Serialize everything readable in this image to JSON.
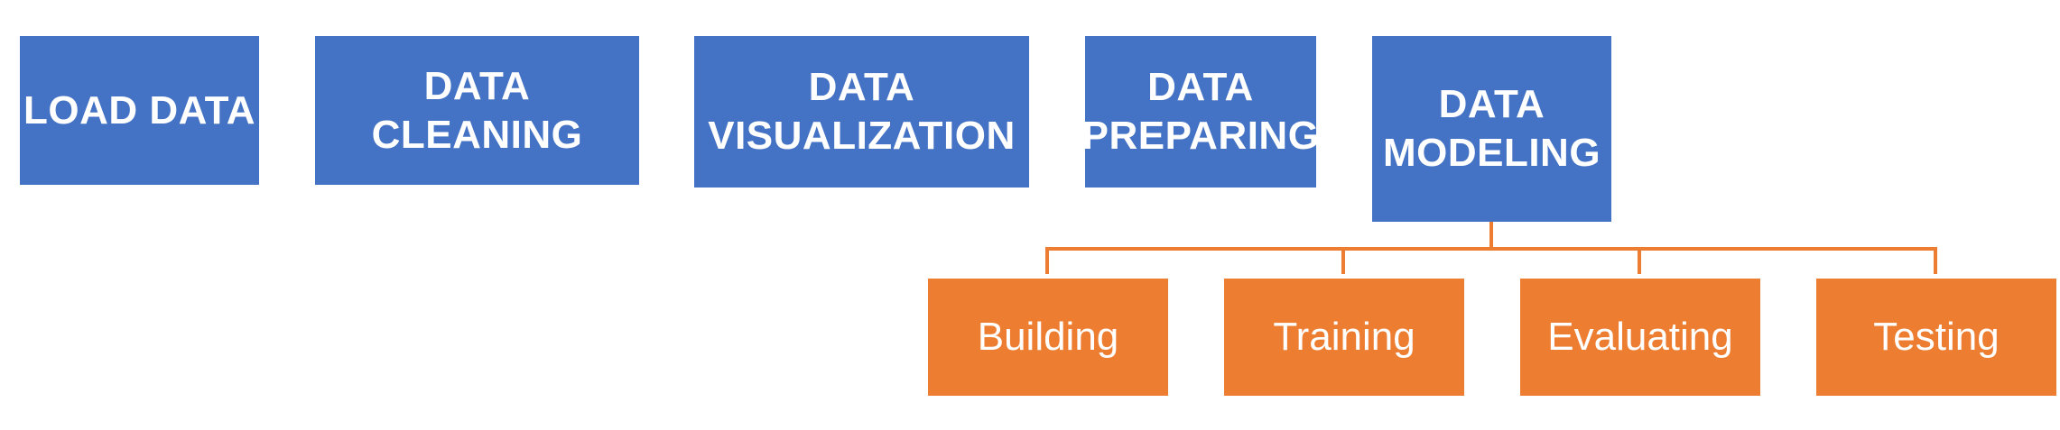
{
  "colors": {
    "stage_fill": "#4472C4",
    "sub_stage_fill": "#ED7D31",
    "text": "#FFFFFF",
    "connector": "#ED7D31"
  },
  "stages": [
    {
      "lines": [
        "LOAD DATA"
      ]
    },
    {
      "lines": [
        "DATA CLEANING"
      ]
    },
    {
      "lines": [
        "DATA",
        "VISUALIZATION"
      ]
    },
    {
      "lines": [
        "DATA",
        "PREPARING"
      ]
    },
    {
      "lines": [
        "DATA",
        "MODELING"
      ]
    }
  ],
  "modeling_substeps": [
    {
      "label": "Building"
    },
    {
      "label": "Training"
    },
    {
      "label": "Evaluating"
    },
    {
      "label": "Testing"
    }
  ]
}
